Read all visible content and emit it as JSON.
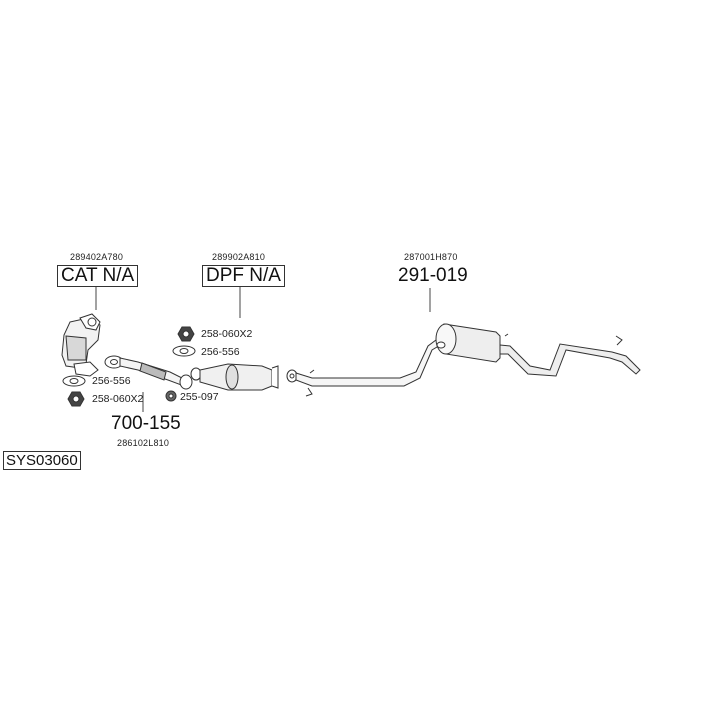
{
  "diagram": {
    "system_id": "SYS03060",
    "parts": [
      {
        "oe": "289402A780",
        "label": "CAT N/A",
        "boxed": true,
        "name": "catalytic-converter"
      },
      {
        "oe": "289902A810",
        "label": "DPF N/A",
        "boxed": true,
        "name": "diesel-particulate-filter"
      },
      {
        "oe": "287001H870",
        "label": "291-019",
        "boxed": false,
        "name": "rear-silencer"
      },
      {
        "oe": "286102L810",
        "label": "700-155",
        "boxed": false,
        "name": "flexible-front-pipe"
      }
    ],
    "accessories": [
      {
        "code": "256-556",
        "icon": "gasket-icon",
        "group": "left"
      },
      {
        "code": "258-060X2",
        "icon": "nut-icon",
        "group": "left"
      },
      {
        "code": "258-060X2",
        "icon": "nut-icon",
        "group": "middle"
      },
      {
        "code": "256-556",
        "icon": "gasket-icon",
        "group": "middle"
      },
      {
        "code": "255-097",
        "icon": "spring-clamp-icon",
        "group": "middle"
      }
    ]
  }
}
